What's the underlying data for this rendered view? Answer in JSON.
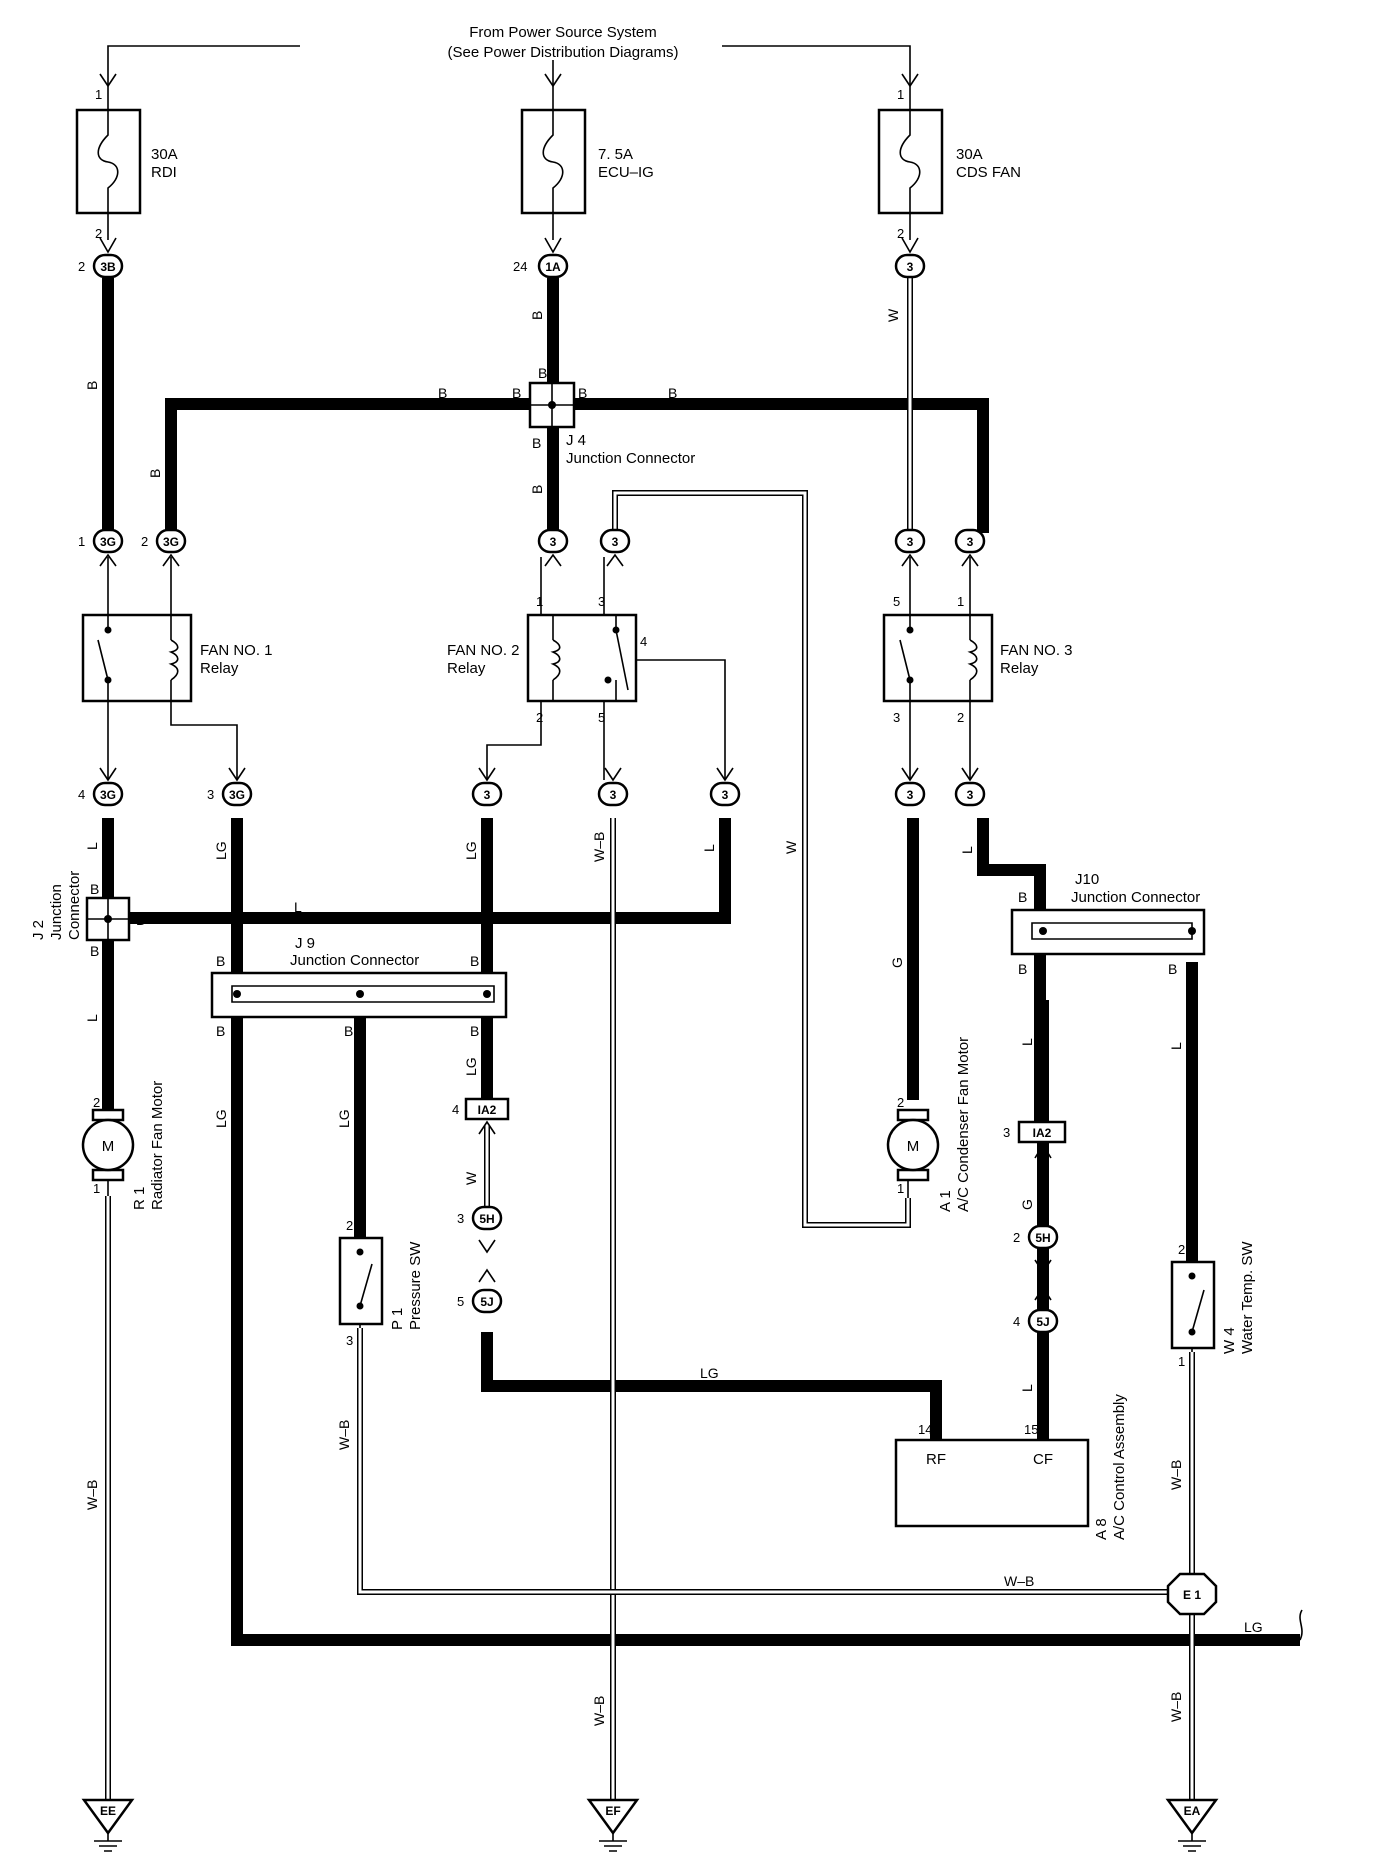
{
  "power_source": {
    "line1": "From Power Source System",
    "line2": "(See Power Distribution Diagrams)"
  },
  "fuses": [
    {
      "amp": "30A",
      "name": "RDI"
    },
    {
      "amp": "7. 5A",
      "name": "ECU–IG"
    },
    {
      "amp": "30A",
      "name": "CDS FAN"
    }
  ],
  "relays": [
    {
      "name": "FAN NO. 1",
      "suffix": "Relay"
    },
    {
      "name": "FAN NO. 2",
      "suffix": "Relay"
    },
    {
      "name": "FAN NO. 3",
      "suffix": "Relay"
    }
  ],
  "junctions": {
    "j4": {
      "id": "J 4",
      "name": "Junction Connector"
    },
    "j2": {
      "id": "J 2",
      "line1": "Junction",
      "line2": "Connector"
    },
    "j9": {
      "id": "J 9",
      "name": "Junction Connector"
    },
    "j10": {
      "id": "J10",
      "name": "Junction Connector"
    }
  },
  "components": {
    "r1": {
      "id": "R 1",
      "name": "Radiator Fan Motor",
      "symbol": "M"
    },
    "a1": {
      "id": "A 1",
      "name": "A/C Condenser Fan Motor",
      "symbol": "M"
    },
    "p1": {
      "id": "P 1",
      "name": "Pressure SW"
    },
    "w4": {
      "id": "W 4",
      "name": "Water Temp. SW"
    },
    "a8": {
      "id": "A 8",
      "name": "A/C Control Assembly",
      "rf": "RF",
      "cf": "CF"
    }
  },
  "connectors": {
    "c3b": "3B",
    "c1a": "1A",
    "c3": "3",
    "c3g": "3G",
    "ia2": "IA2",
    "c5h": "5H",
    "c5j": "5J",
    "e1": "E 1",
    "ee": "EE",
    "ef": "EF",
    "ea": "EA"
  },
  "wire_colors": {
    "b": "B",
    "w": "W",
    "l": "L",
    "lg": "LG",
    "g": "G",
    "wb": "W–B"
  },
  "pins": {
    "p1": "1",
    "p2": "2",
    "p3": "3",
    "p4": "4",
    "p5": "5",
    "p14": "14",
    "p15": "15",
    "p24": "24"
  }
}
